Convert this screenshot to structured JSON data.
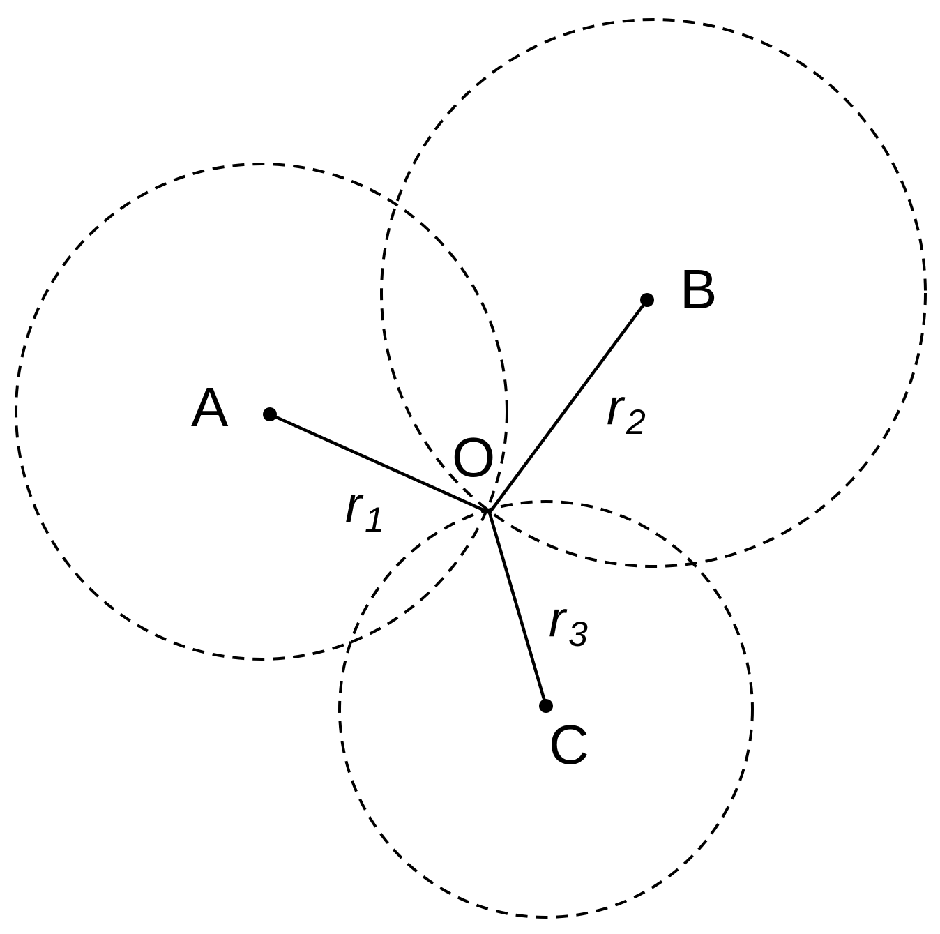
{
  "points": {
    "A": {
      "label": "A"
    },
    "B": {
      "label": "B"
    },
    "C": {
      "label": "C"
    },
    "O": {
      "label": "O"
    }
  },
  "radii": {
    "r1": {
      "symbol": "r",
      "subscript": "1"
    },
    "r2": {
      "symbol": "r",
      "subscript": "2"
    },
    "r3": {
      "symbol": "r",
      "subscript": "3"
    }
  },
  "style": {
    "stroke_color": "#000000",
    "background_color": "#ffffff"
  }
}
